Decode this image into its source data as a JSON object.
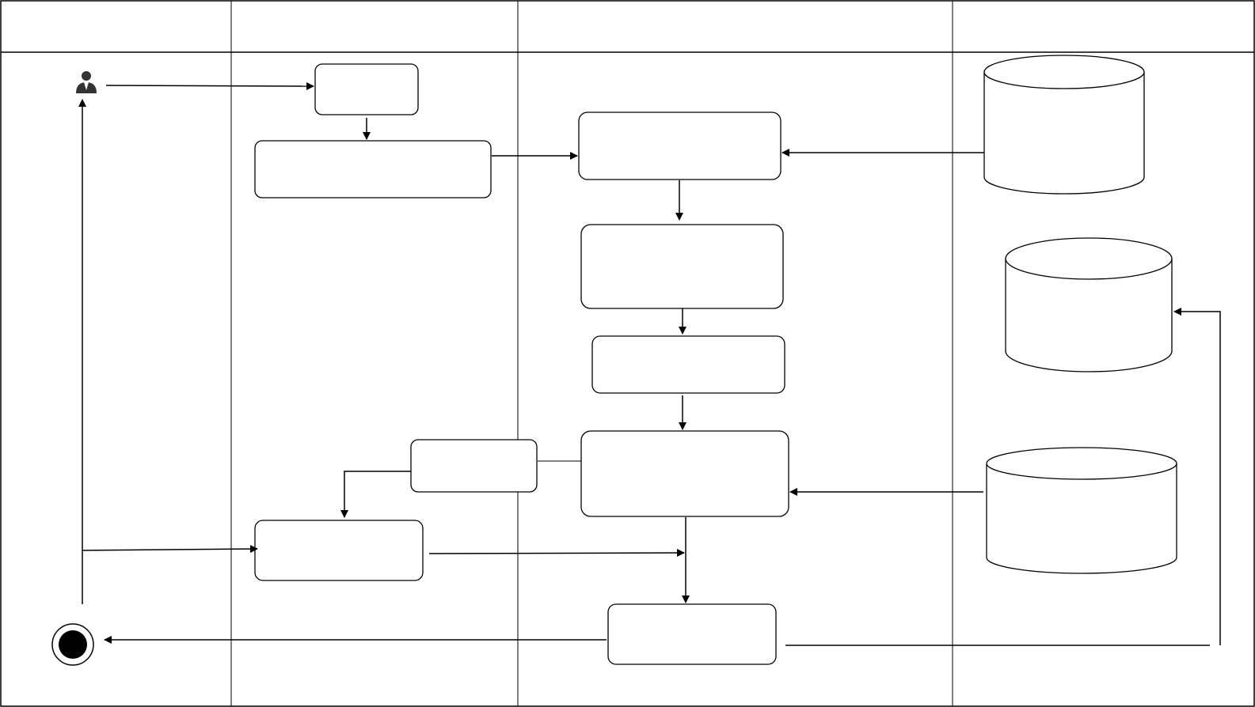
{
  "diagram": {
    "lanes": [
      {
        "id": "lane-1",
        "label": ""
      },
      {
        "id": "lane-2",
        "label": ""
      },
      {
        "id": "lane-3",
        "label": ""
      },
      {
        "id": "lane-4",
        "label": ""
      }
    ],
    "nodes": [
      {
        "id": "user-actor",
        "kind": "actor-icon",
        "label": ""
      },
      {
        "id": "start-activity",
        "kind": "activity",
        "label": ""
      },
      {
        "id": "input-activity",
        "kind": "activity",
        "label": ""
      },
      {
        "id": "process-activity-1",
        "kind": "activity",
        "label": ""
      },
      {
        "id": "process-activity-2",
        "kind": "activity",
        "label": ""
      },
      {
        "id": "process-activity-3",
        "kind": "activity",
        "label": ""
      },
      {
        "id": "process-activity-4",
        "kind": "activity",
        "label": ""
      },
      {
        "id": "branch-activity",
        "kind": "activity",
        "label": ""
      },
      {
        "id": "return-activity",
        "kind": "activity",
        "label": ""
      },
      {
        "id": "output-activity",
        "kind": "activity",
        "label": ""
      },
      {
        "id": "database-1",
        "kind": "database",
        "label": ""
      },
      {
        "id": "database-2",
        "kind": "database",
        "label": ""
      },
      {
        "id": "database-3",
        "kind": "database",
        "label": ""
      },
      {
        "id": "final-node",
        "kind": "final-state",
        "label": ""
      }
    ],
    "colors": {
      "stroke": "#000000",
      "fill": "#ffffff",
      "actor": "#333333"
    }
  }
}
